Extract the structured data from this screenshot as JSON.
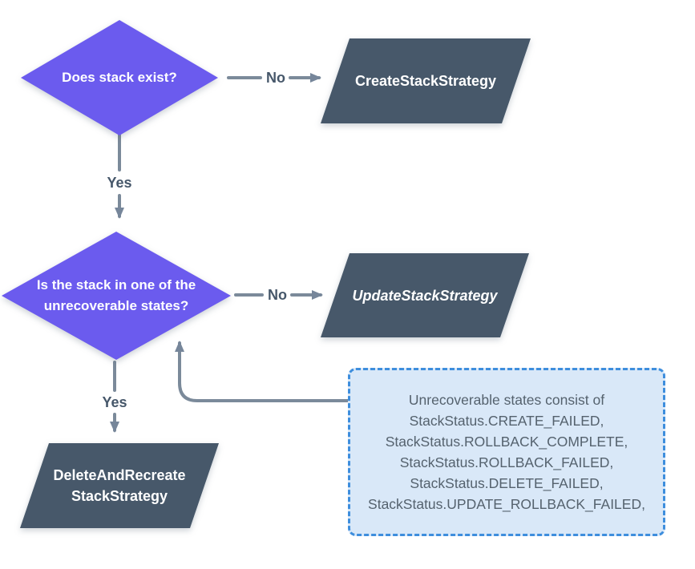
{
  "diagram": {
    "type": "flowchart",
    "background": "#ffffff",
    "colors": {
      "decision_fill": "#6b5bee",
      "process_fill": "#47586a",
      "shape_text": "#ffffff",
      "connector": "#7b8a9a",
      "edge_label_text": "#46576a",
      "note_fill": "#d9e8f8",
      "note_border": "#3e8edd",
      "note_text": "#55626e"
    },
    "nodes": {
      "decision1": {
        "label": "Does stack exist?"
      },
      "create_strategy": {
        "label": "CreateStackStrategy"
      },
      "decision2": {
        "line1": "Is the stack in one of the",
        "line2": "unrecoverable states?"
      },
      "update_strategy": {
        "label": "UpdateStackStrategy"
      },
      "delete_strategy": {
        "line1": "DeleteAndRecreate",
        "line2": "StackStrategy"
      }
    },
    "edges": {
      "decision1_no": "No",
      "decision1_yes": "Yes",
      "decision2_no": "No",
      "decision2_yes": "Yes"
    },
    "note": {
      "lines": [
        "Unrecoverable states consist of",
        "StackStatus.CREATE_FAILED,",
        "StackStatus.ROLLBACK_COMPLETE,",
        "StackStatus.ROLLBACK_FAILED,",
        "StackStatus.DELETE_FAILED,",
        "StackStatus.UPDATE_ROLLBACK_FAILED,"
      ]
    }
  }
}
